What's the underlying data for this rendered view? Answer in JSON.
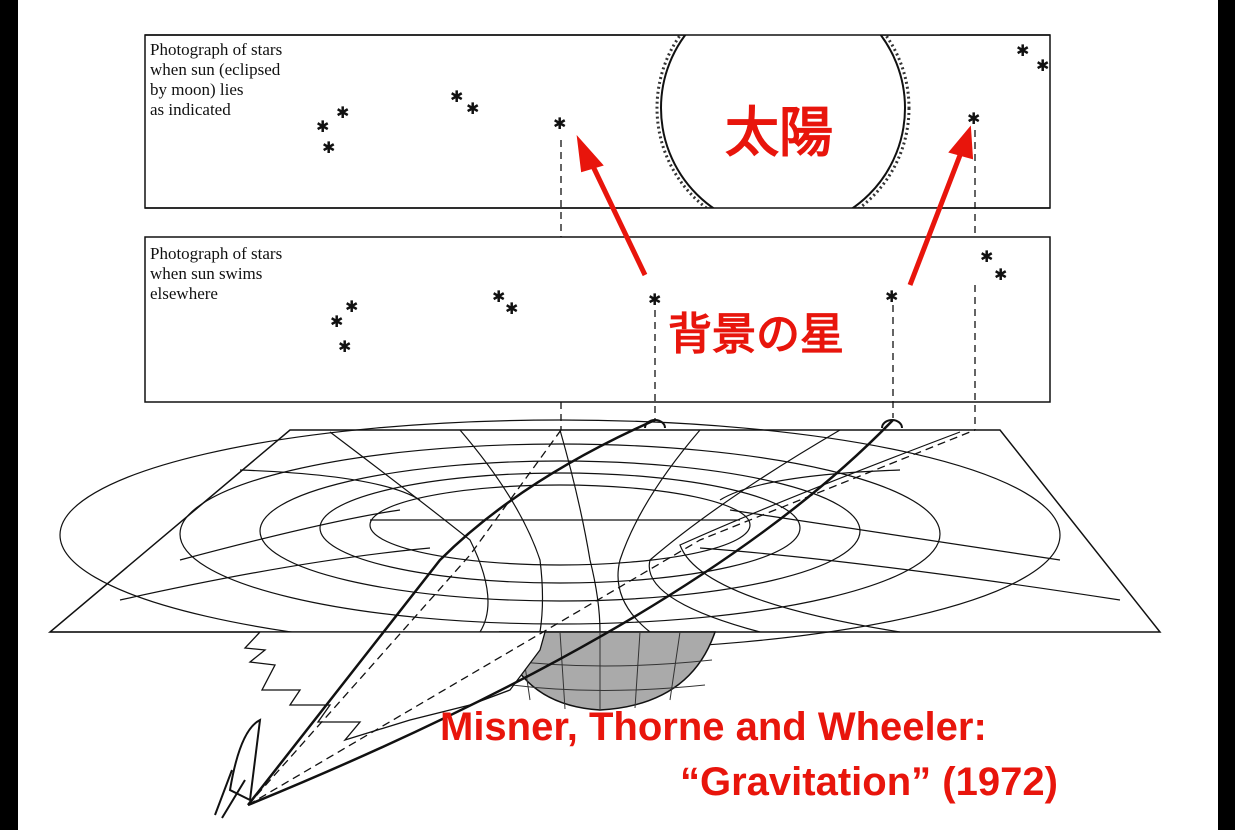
{
  "panels": {
    "top_text": "Photograph of stars\nwhen sun (eclipsed\nby moon) lies\nas indicated",
    "bottom_text": "Photograph of stars\nwhen sun swims\nelsewhere"
  },
  "labels": {
    "sun": "太陽",
    "background_stars": "背景の星",
    "citation_line1": "Misner, Thorne and Wheeler:",
    "citation_line2": "“Gravitation” (1972)"
  },
  "colors": {
    "background": "#000000",
    "annotation_red": "#e8150c",
    "paper": "#ffffff",
    "ink": "#111111"
  }
}
